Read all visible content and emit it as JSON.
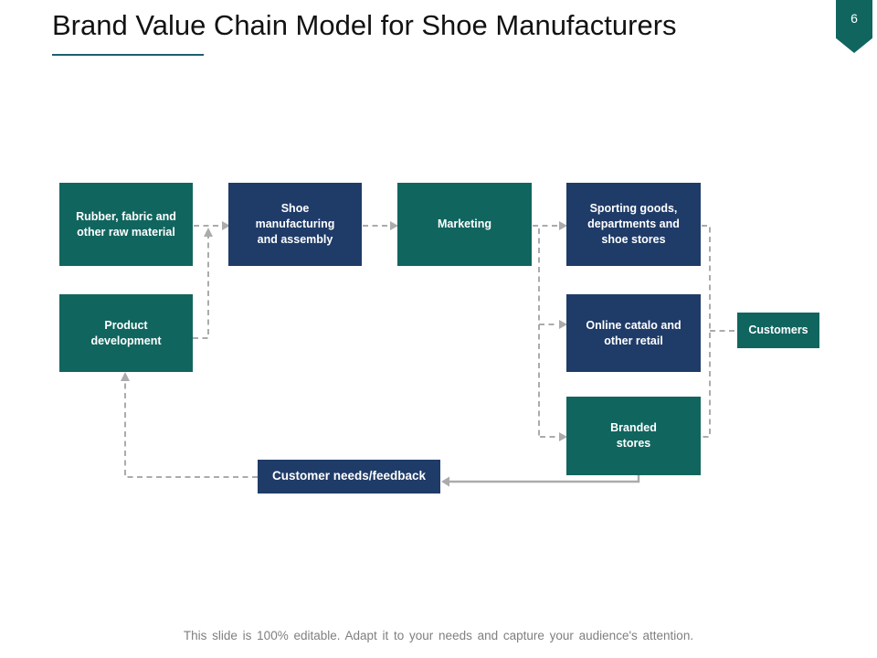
{
  "slide": {
    "title": "Brand Value Chain Model for Shoe Manufacturers",
    "page_number": "6",
    "footer": "This slide is 100% editable. Adapt it to your needs and capture your audience's attention."
  },
  "colors": {
    "teal": "#11655f",
    "navy": "#1f3b68",
    "connector": "#ababab",
    "underline": "#1f5f6f",
    "boxtext": "#ffffff",
    "footer": "#7f7f7f"
  },
  "diagram": {
    "boxes": [
      {
        "id": "raw-material",
        "label": "Rubber, fabric and other raw material",
        "color": "teal"
      },
      {
        "id": "shoe-manufacturing",
        "label": "Shoe manufacturing and assembly",
        "color": "navy"
      },
      {
        "id": "marketing",
        "label": "Marketing",
        "color": "teal"
      },
      {
        "id": "sporting-goods",
        "label": "Sporting goods, departments and shoe stores",
        "color": "navy"
      },
      {
        "id": "product-development",
        "label": "Product development",
        "color": "teal"
      },
      {
        "id": "online-catalog",
        "label": "Online catalo and other retail",
        "color": "navy"
      },
      {
        "id": "customers",
        "label": "Customers",
        "color": "teal"
      },
      {
        "id": "branded-stores",
        "label": "Branded stores",
        "color": "teal"
      },
      {
        "id": "customer-feedback",
        "label": "Customer needs/feedback",
        "color": "navy"
      }
    ]
  }
}
